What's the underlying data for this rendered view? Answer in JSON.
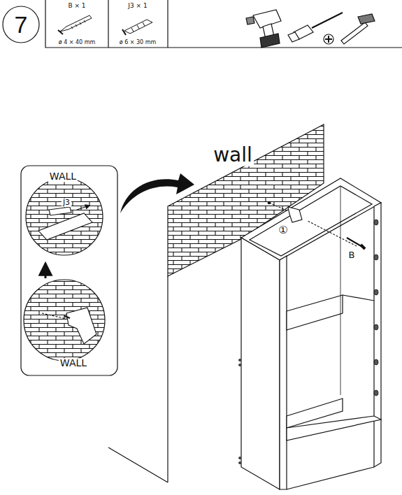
{
  "diagram": {
    "nodes": [
      {
        "text": [
          "7"
        ]
      }
    ],
    "labels": [
      "B × 1",
      "ø 4 × 40 mm",
      "J3 × 1",
      "ø 6 × 30 mm",
      "wall",
      "WALL",
      "J3",
      "WALL",
      "①",
      "B"
    ]
  }
}
